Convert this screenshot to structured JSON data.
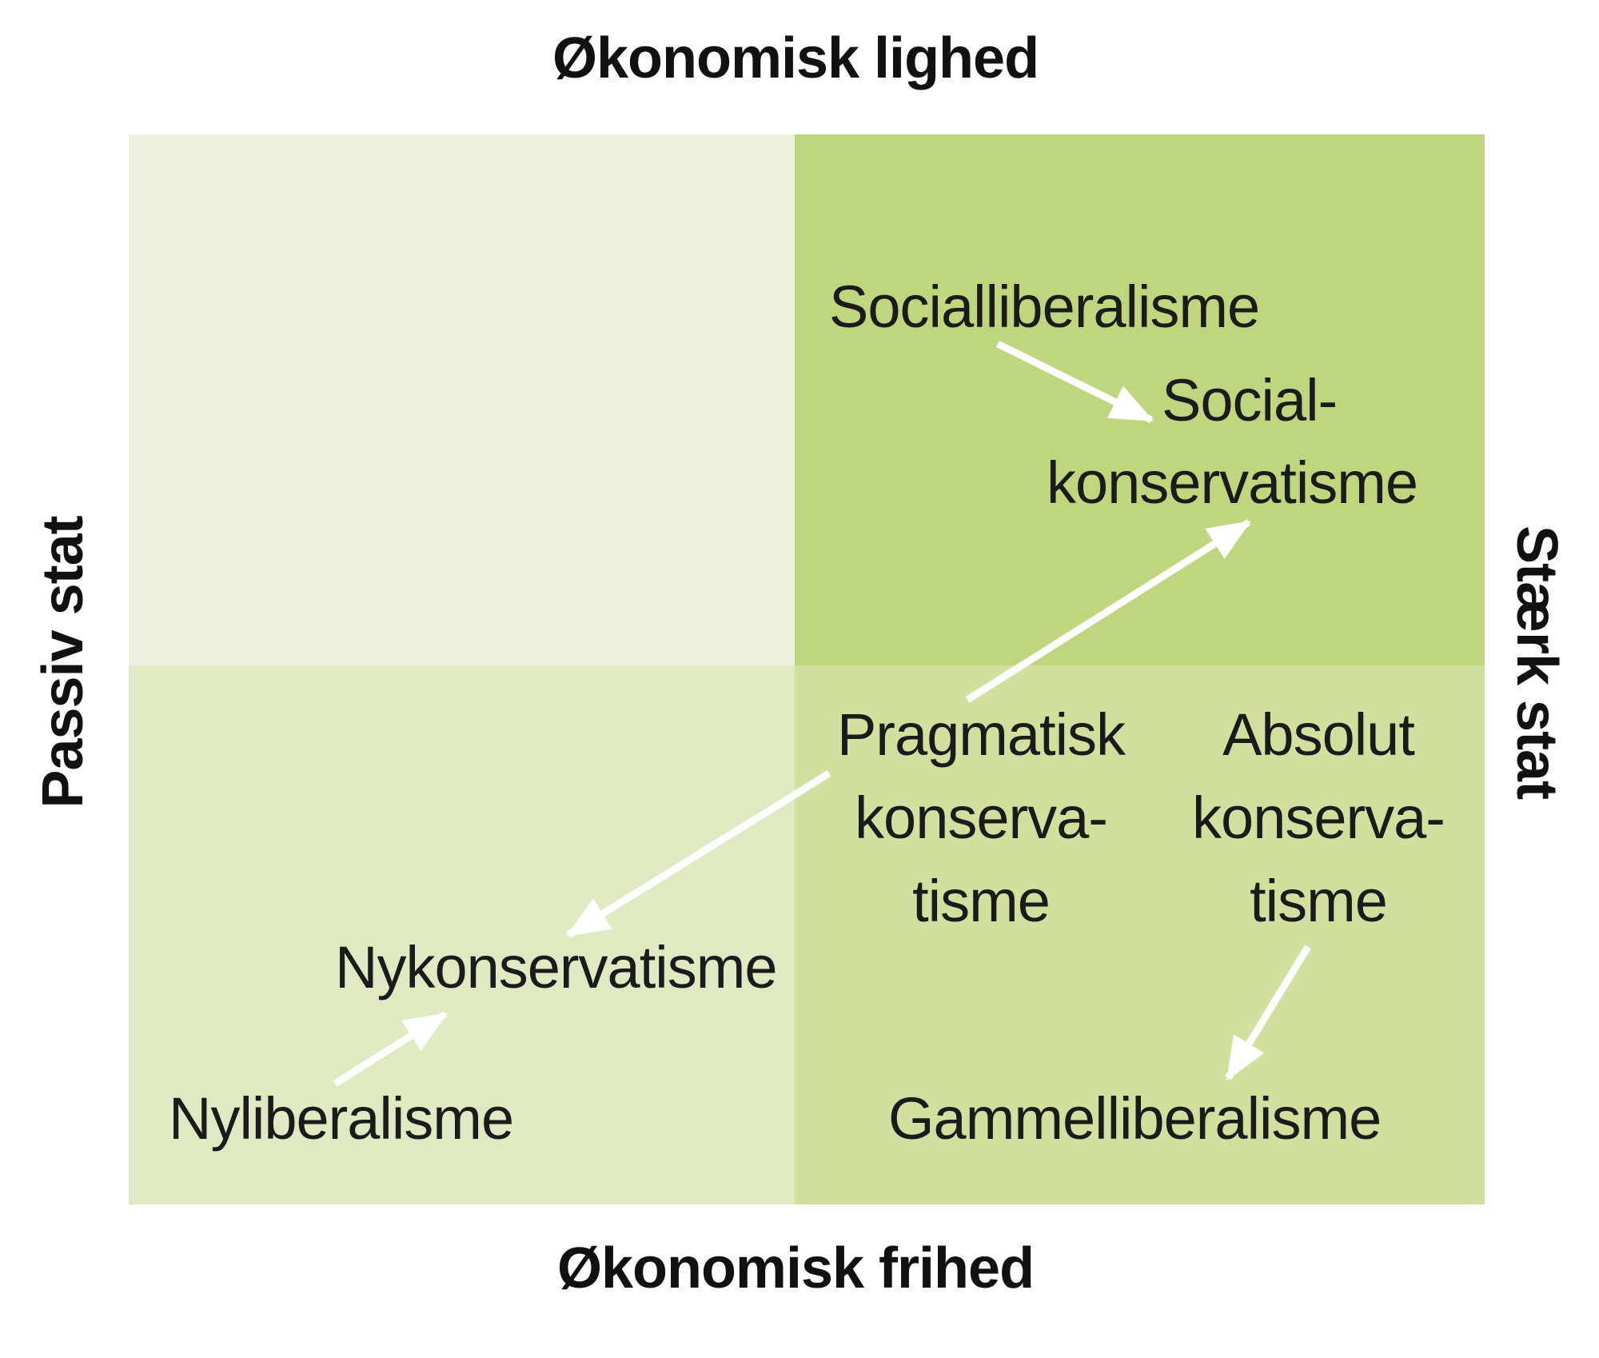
{
  "axes": {
    "top": "Økonomisk lighed",
    "bottom": "Økonomisk frihed",
    "left": "Passiv stat",
    "right": "Stærk stat"
  },
  "quadrants": {
    "top_left": {
      "color": "#eef3df"
    },
    "top_right": {
      "color": "#bfd57e"
    },
    "bottom_left": {
      "color": "#e0eac2"
    },
    "bottom_right": {
      "color": "#d1e09e"
    }
  },
  "arrow_color": "#ffffff",
  "labels": {
    "socialliberalisme": "Socialliberalisme",
    "socialkonservatisme": [
      "Social-",
      "konservatisme"
    ],
    "pragmatisk_konservatisme": [
      "Pragmatisk",
      "konserva-",
      "tisme"
    ],
    "absolut_konservatisme": [
      "Absolut",
      "konserva-",
      "tisme"
    ],
    "nykonservatisme": "Nykonservatisme",
    "nyliberalisme": "Nyliberalisme",
    "gammelliberalisme": "Gammelliberalisme"
  },
  "arrows": [
    {
      "from": "Socialliberalisme",
      "to": "Socialkonservatisme"
    },
    {
      "from": "Pragmatisk konservatisme",
      "to": "Socialkonservatisme"
    },
    {
      "from": "Pragmatisk konservatisme",
      "to": "Nykonservatisme"
    },
    {
      "from": "Nyliberalisme",
      "to": "Nykonservatisme"
    },
    {
      "from": "Absolut konservatisme",
      "to": "Gammelliberalisme"
    }
  ]
}
